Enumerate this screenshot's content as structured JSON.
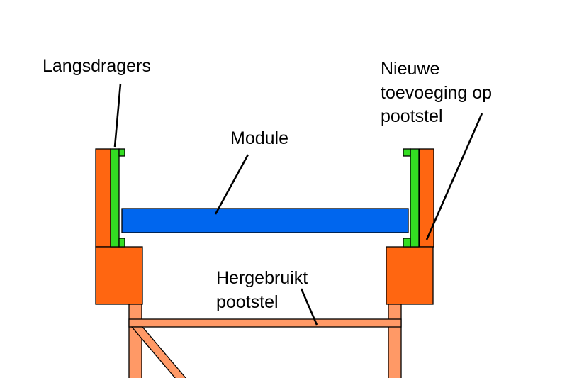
{
  "labels": {
    "langsdragers": "Langsdragers",
    "nieuwe_line1": "Nieuwe",
    "nieuwe_line2": "toevoeging op",
    "nieuwe_line3": "pootstel",
    "module": "Module",
    "hergebruikt_line1": "Hergebruikt",
    "hergebruikt_line2": "pootstel"
  },
  "colors": {
    "module_fill": "#0066ee",
    "langsdrager_fill": "#33dd22",
    "langsdrager_dark": "#119911",
    "new_part_fill": "#ff6611",
    "reused_frame_fill": "#ff9966",
    "background": "#ffffff",
    "outline": "#000000"
  }
}
